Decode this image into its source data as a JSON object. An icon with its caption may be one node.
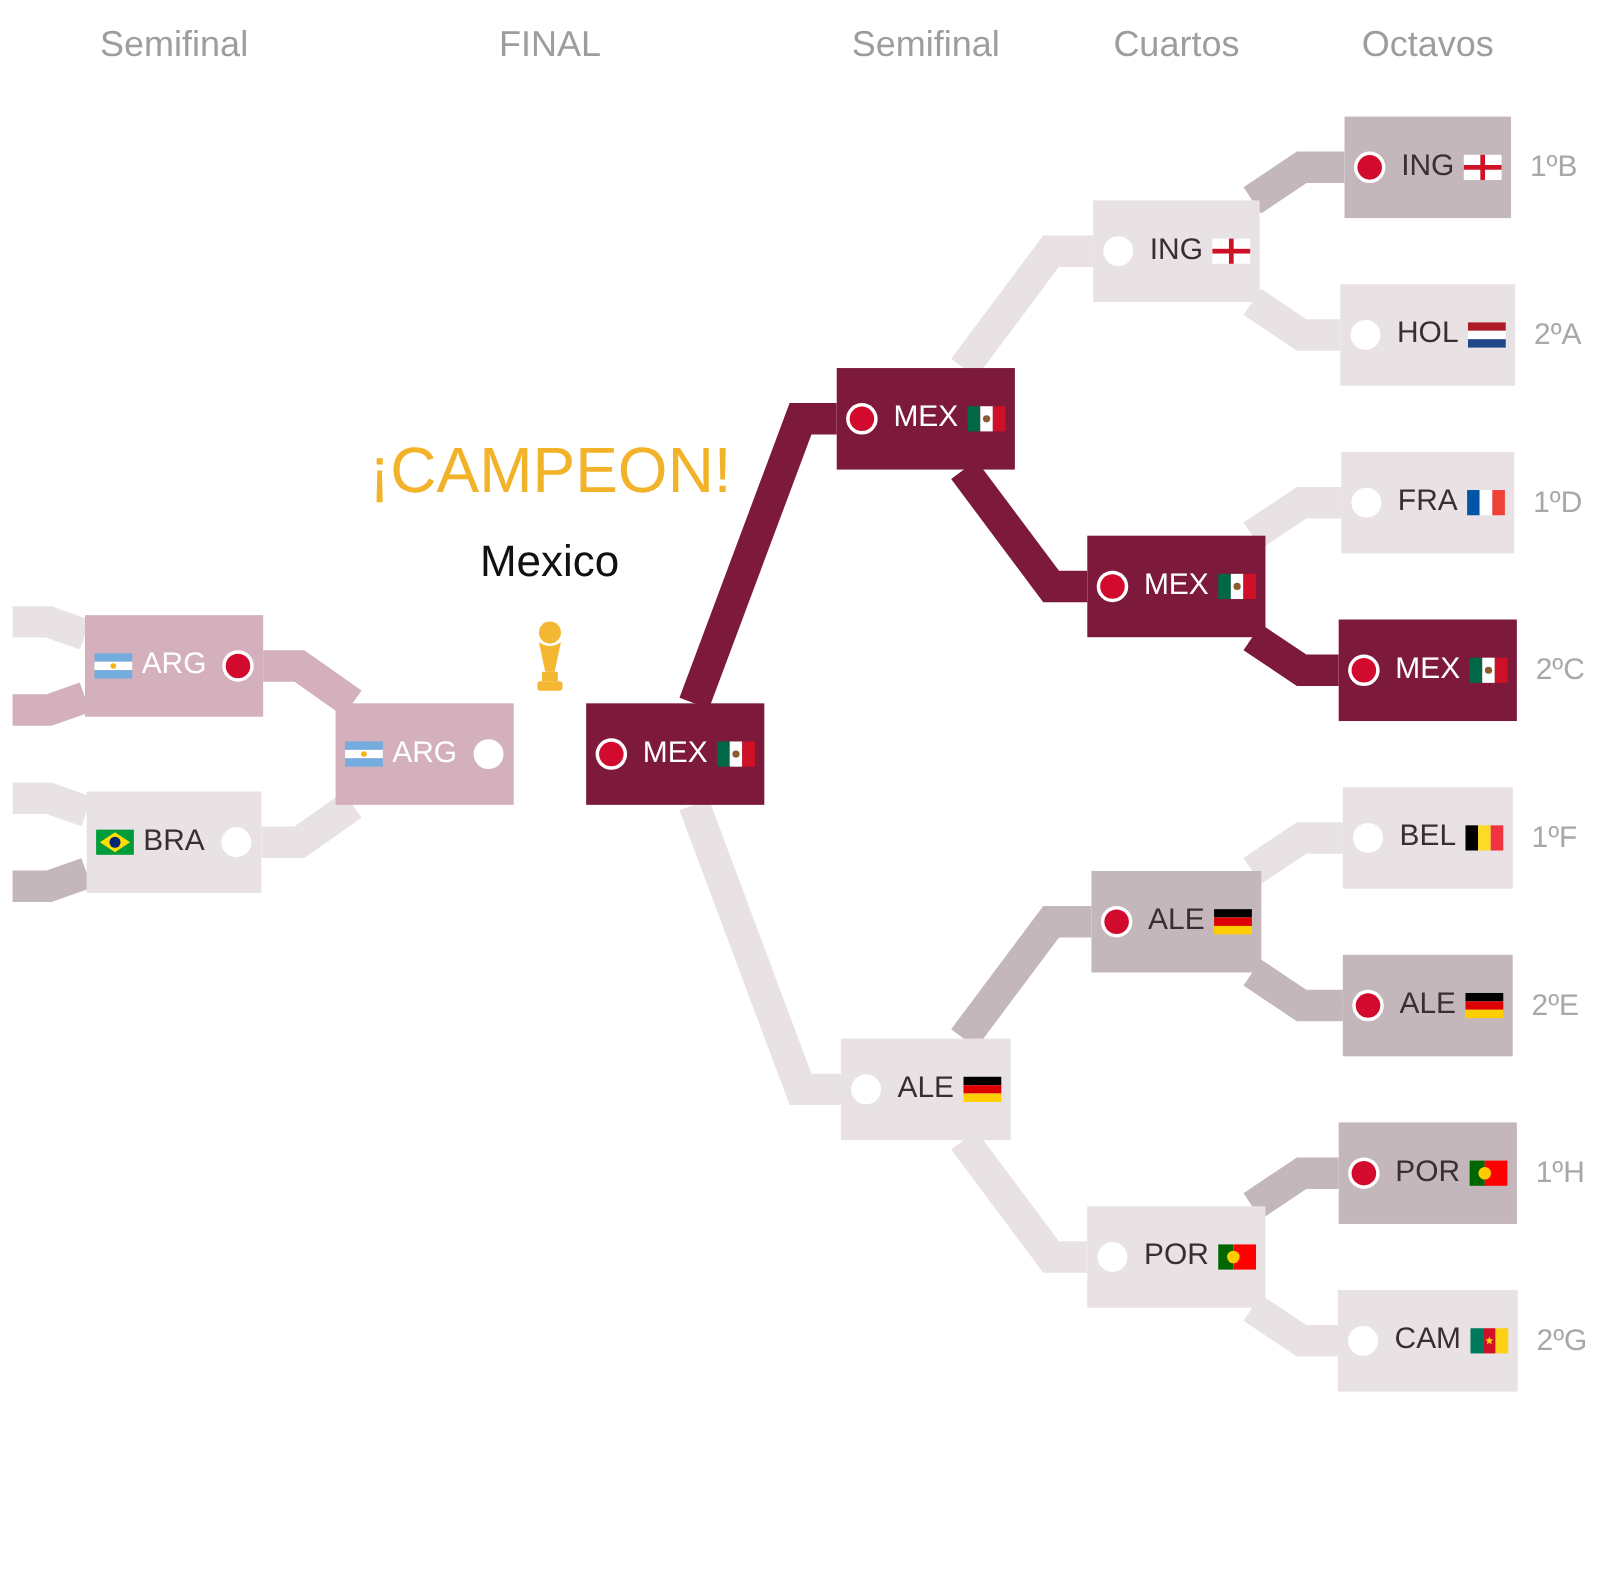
{
  "diagram": {
    "nodes": [
      {
        "text": [
          "ARG"
        ]
      },
      {
        "text": [
          "BRA"
        ]
      },
      {
        "text": [
          "ARG"
        ]
      },
      {
        "text": [
          "MEX"
        ]
      },
      {
        "text": [
          "MEX"
        ]
      },
      {
        "text": [
          "ALE"
        ]
      },
      {
        "text": [
          "ING"
        ]
      },
      {
        "text": [
          "MEX"
        ]
      },
      {
        "text": [
          "ALE"
        ]
      },
      {
        "text": [
          "POR"
        ]
      },
      {
        "text": [
          "ING"
        ],
        "beside": [
          "1ºB"
        ]
      },
      {
        "text": [
          "HOL"
        ],
        "beside": [
          "2ºA"
        ]
      },
      {
        "text": [
          "FRA"
        ],
        "beside": [
          "1ºD"
        ]
      },
      {
        "text": [
          "MEX"
        ],
        "beside": [
          "2ºC"
        ]
      },
      {
        "text": [
          "BEL"
        ],
        "beside": [
          "1ºF"
        ]
      },
      {
        "text": [
          "ALE"
        ],
        "beside": [
          "2ºE"
        ]
      },
      {
        "text": [
          "POR"
        ],
        "beside": [
          "1ºH"
        ]
      },
      {
        "text": [
          "CAM"
        ],
        "beside": [
          "2ºG"
        ]
      }
    ],
    "edges": [
      {
        "from": null,
        "to": 0,
        "arrow": "none"
      },
      {
        "from": null,
        "to": 0,
        "arrow": "none",
        "color": "#d3b0bc"
      },
      {
        "from": null,
        "to": 1,
        "arrow": "none"
      },
      {
        "from": null,
        "to": 1,
        "arrow": "none",
        "color": "#c4b7bc"
      },
      {
        "from": 0,
        "to": 2,
        "arrow": "none",
        "color": "#d3b0bc"
      },
      {
        "from": 1,
        "to": 2,
        "arrow": "none"
      },
      {
        "from": 3,
        "to": 4,
        "arrow": "none",
        "color": "#7d1a3c"
      },
      {
        "from": 3,
        "to": 5,
        "arrow": "none"
      },
      {
        "from": 4,
        "to": 6,
        "arrow": "none"
      },
      {
        "from": 4,
        "to": 7,
        "arrow": "none",
        "color": "#7d1a3c"
      },
      {
        "from": 5,
        "to": 8,
        "arrow": "none",
        "color": "#c4b7bc"
      },
      {
        "from": 5,
        "to": 9,
        "arrow": "none"
      },
      {
        "from": 6,
        "to": 10,
        "arrow": "none",
        "color": "#c4b7bc"
      },
      {
        "from": 6,
        "to": 11,
        "arrow": "none"
      },
      {
        "from": 7,
        "to": 12,
        "arrow": "none"
      },
      {
        "from": 7,
        "to": 13,
        "arrow": "none",
        "color": "#7d1a3c"
      },
      {
        "from": 8,
        "to": 14,
        "arrow": "none"
      },
      {
        "from": 8,
        "to": 15,
        "arrow": "none",
        "color": "#c4b7bc"
      },
      {
        "from": 9,
        "to": 16,
        "arrow": "none",
        "color": "#c4b7bc"
      },
      {
        "from": 9,
        "to": 17,
        "arrow": "none"
      }
    ],
    "labels": [
      "Semifinal",
      "FINAL",
      "¡CAMPEON!",
      "Mexico",
      "Semifinal",
      "Cuartos",
      "Octavos"
    ]
  }
}
